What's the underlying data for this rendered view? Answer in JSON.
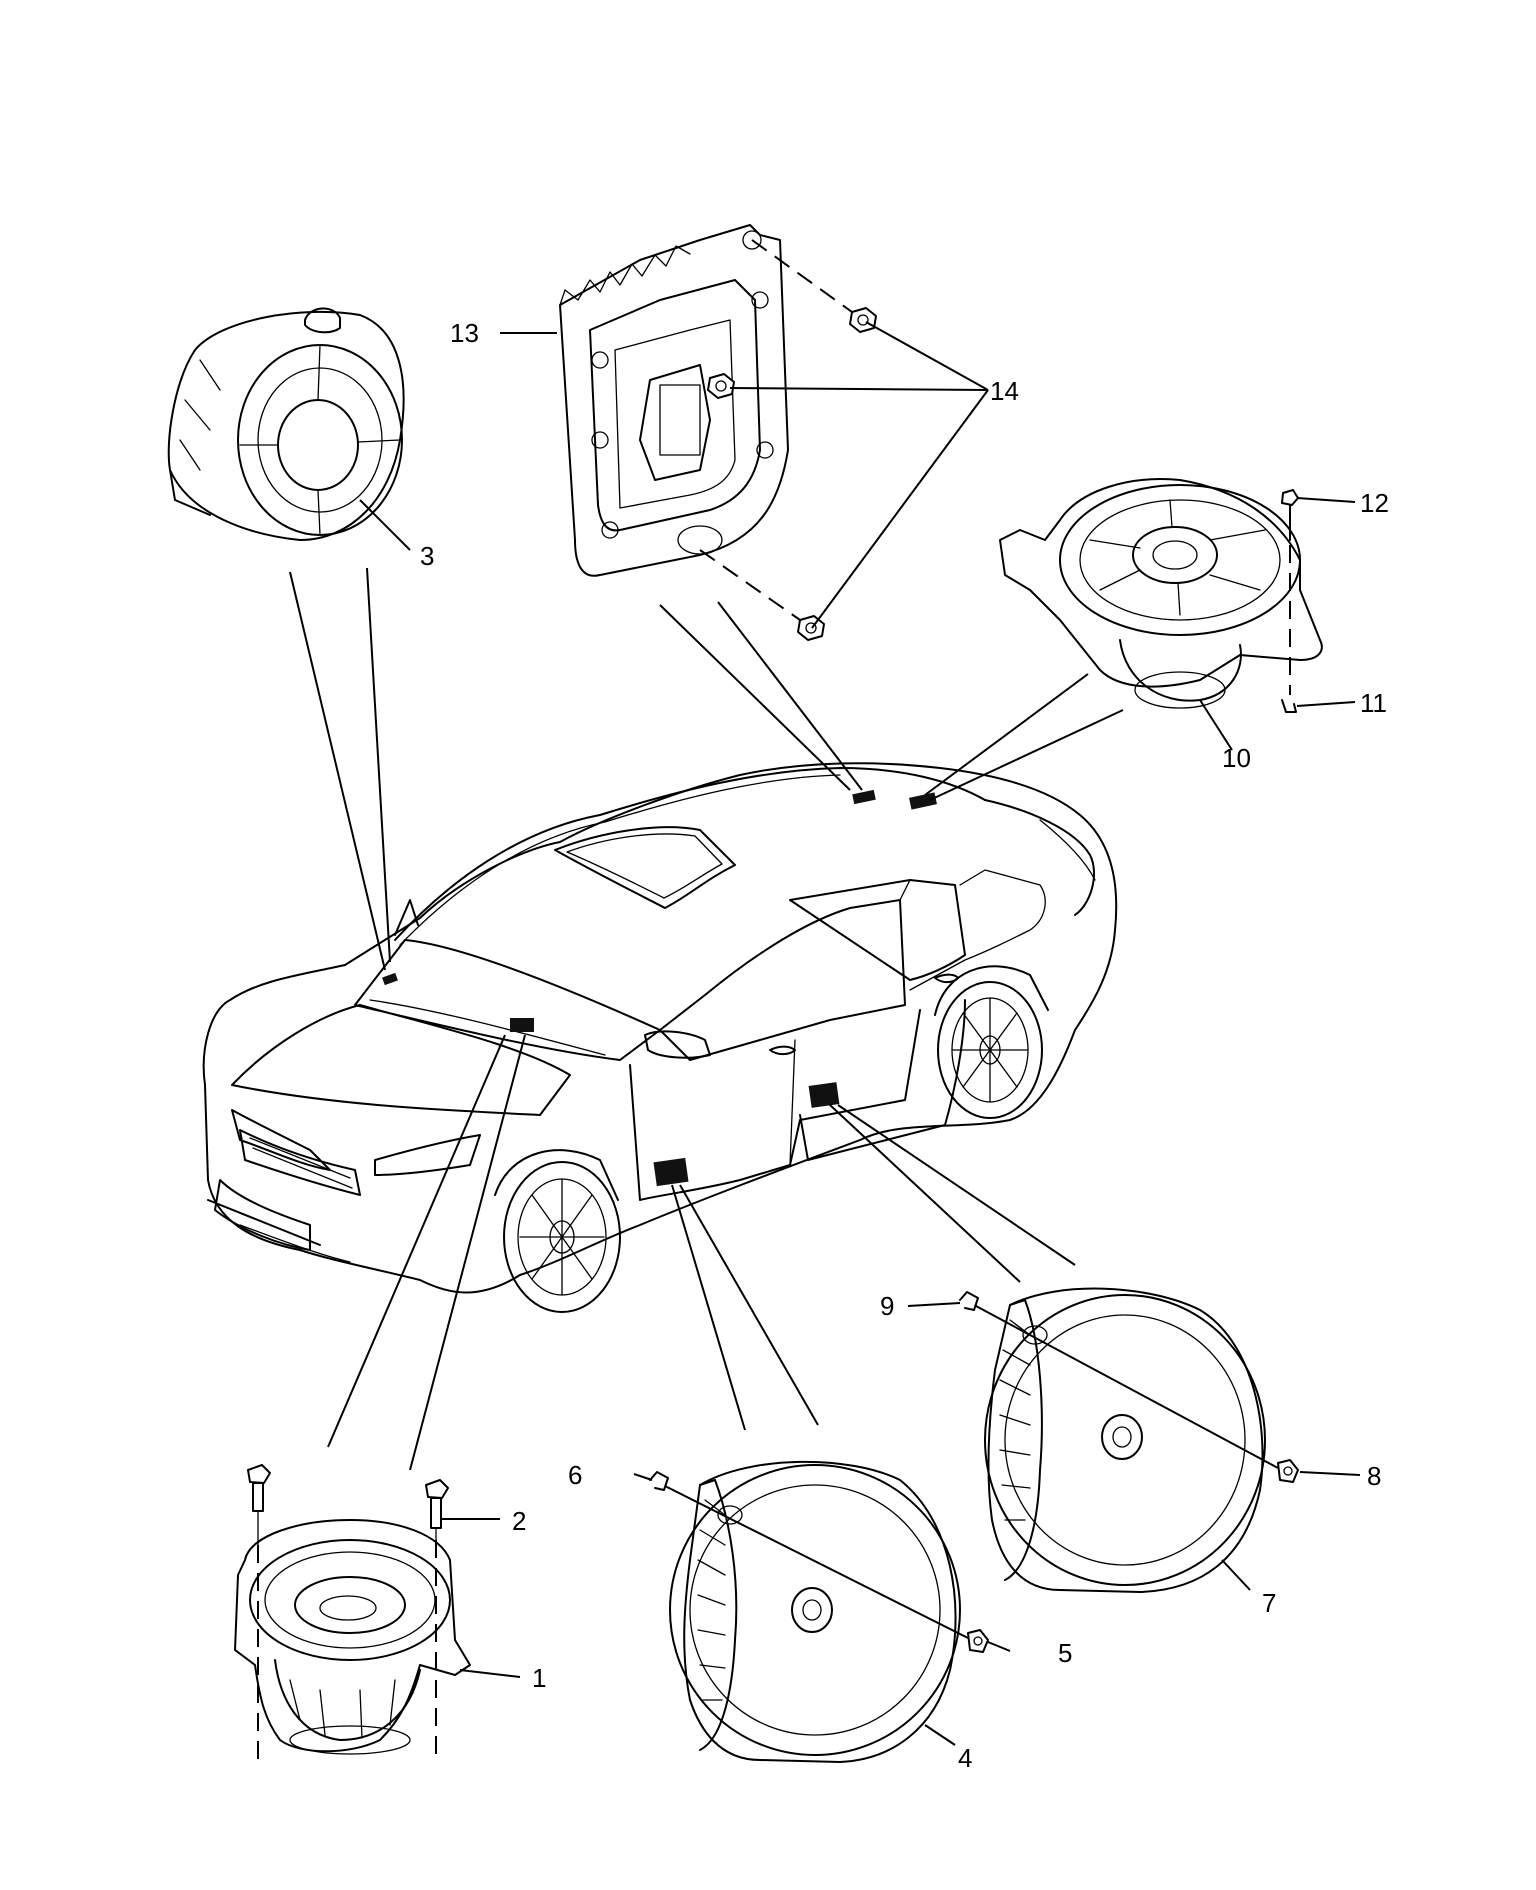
{
  "callouts": {
    "c1": "1",
    "c2": "2",
    "c3": "3",
    "c4": "4",
    "c5": "5",
    "c6": "6",
    "c7": "7",
    "c8": "8",
    "c9": "9",
    "c10": "10",
    "c11": "11",
    "c12": "12",
    "c13": "13",
    "c14": "14"
  },
  "icons": [
    "tweeter-speaker-icon",
    "amplifier-module-icon",
    "rear-deck-speaker-icon",
    "front-door-speaker-icon",
    "rear-door-speaker-icon",
    "dash-speaker-icon",
    "bolt-icon",
    "nut-icon",
    "clip-icon",
    "sedan-car-icon"
  ]
}
